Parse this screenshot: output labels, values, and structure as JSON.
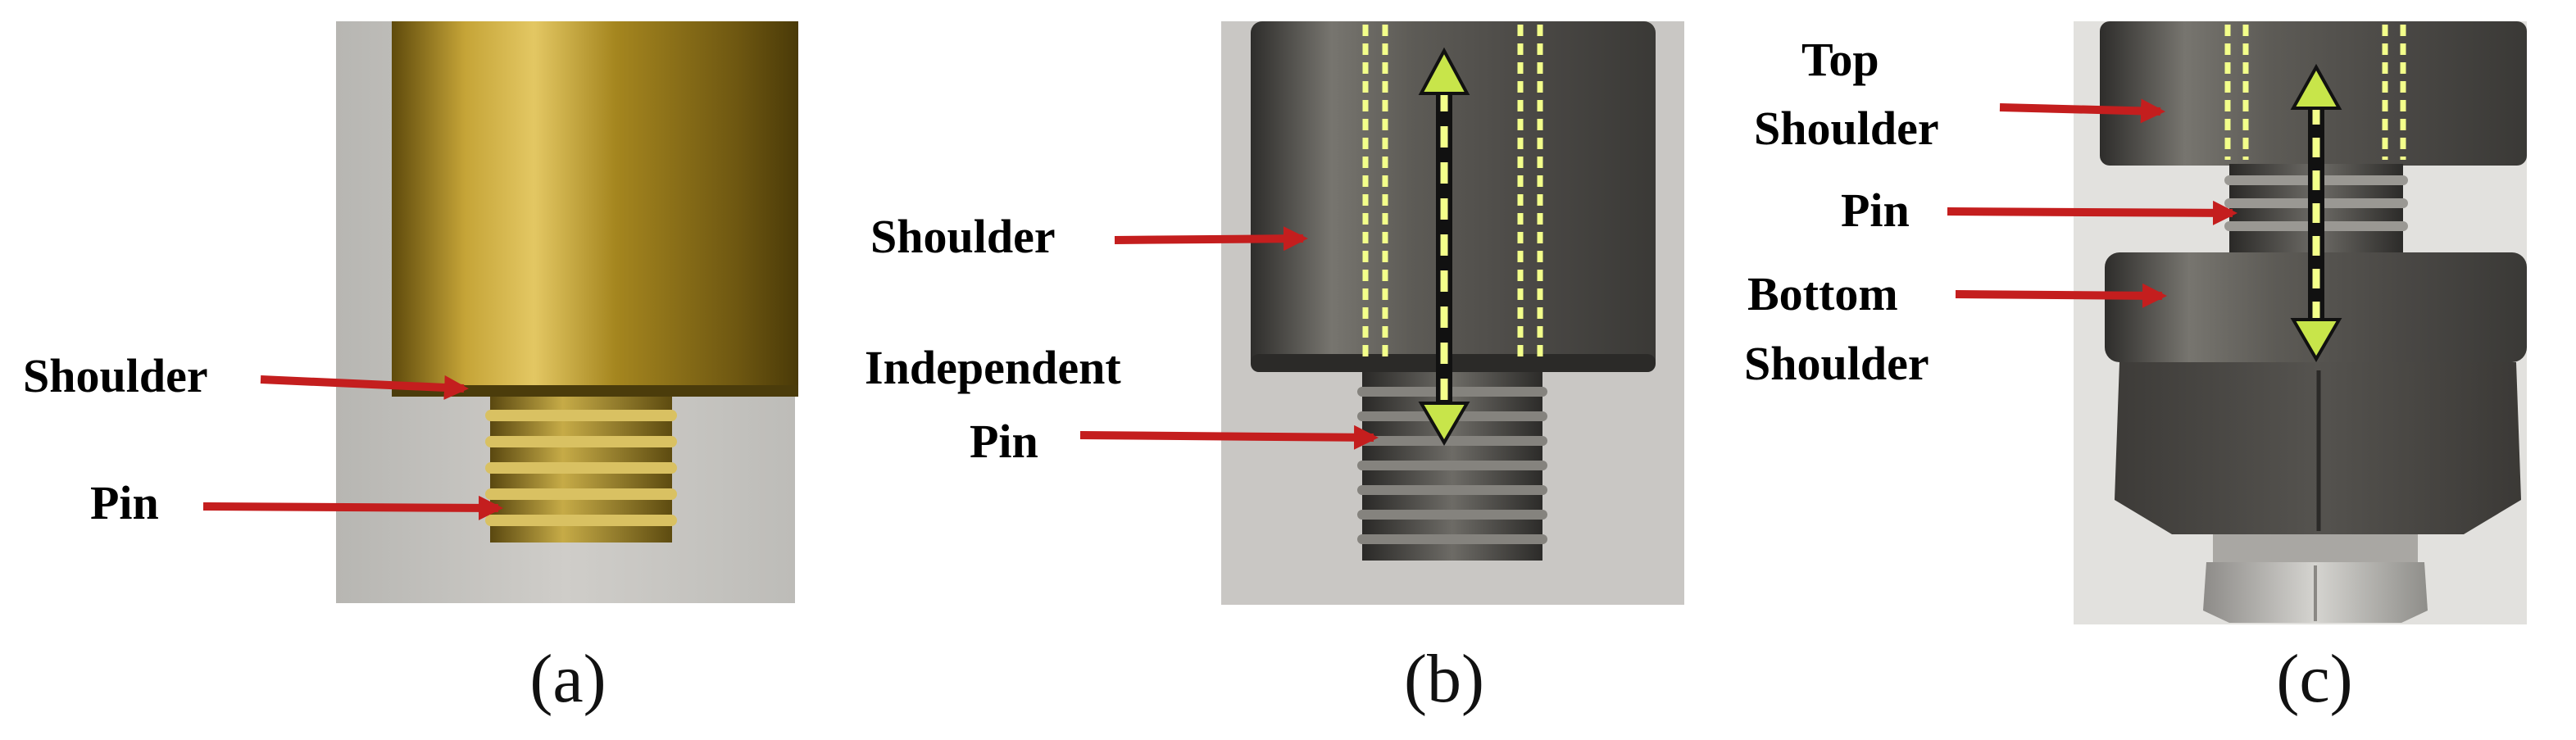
{
  "panels": [
    {
      "caption": "(a)",
      "labels": [
        "Shoulder",
        "Pin"
      ]
    },
    {
      "caption": "(b)",
      "labels": [
        "Shoulder",
        "Independent",
        "Pin"
      ]
    },
    {
      "caption": "(c)",
      "labels": [
        "Top",
        "Shoulder",
        "Pin",
        "Bottom",
        "Shoulder"
      ]
    }
  ],
  "colors": {
    "arrow": "#c41e1e",
    "dash": "#f3ff8a",
    "brass": "#b89a2a",
    "steel": "#6d6b66",
    "photo_bg": "#c9c8c6"
  }
}
